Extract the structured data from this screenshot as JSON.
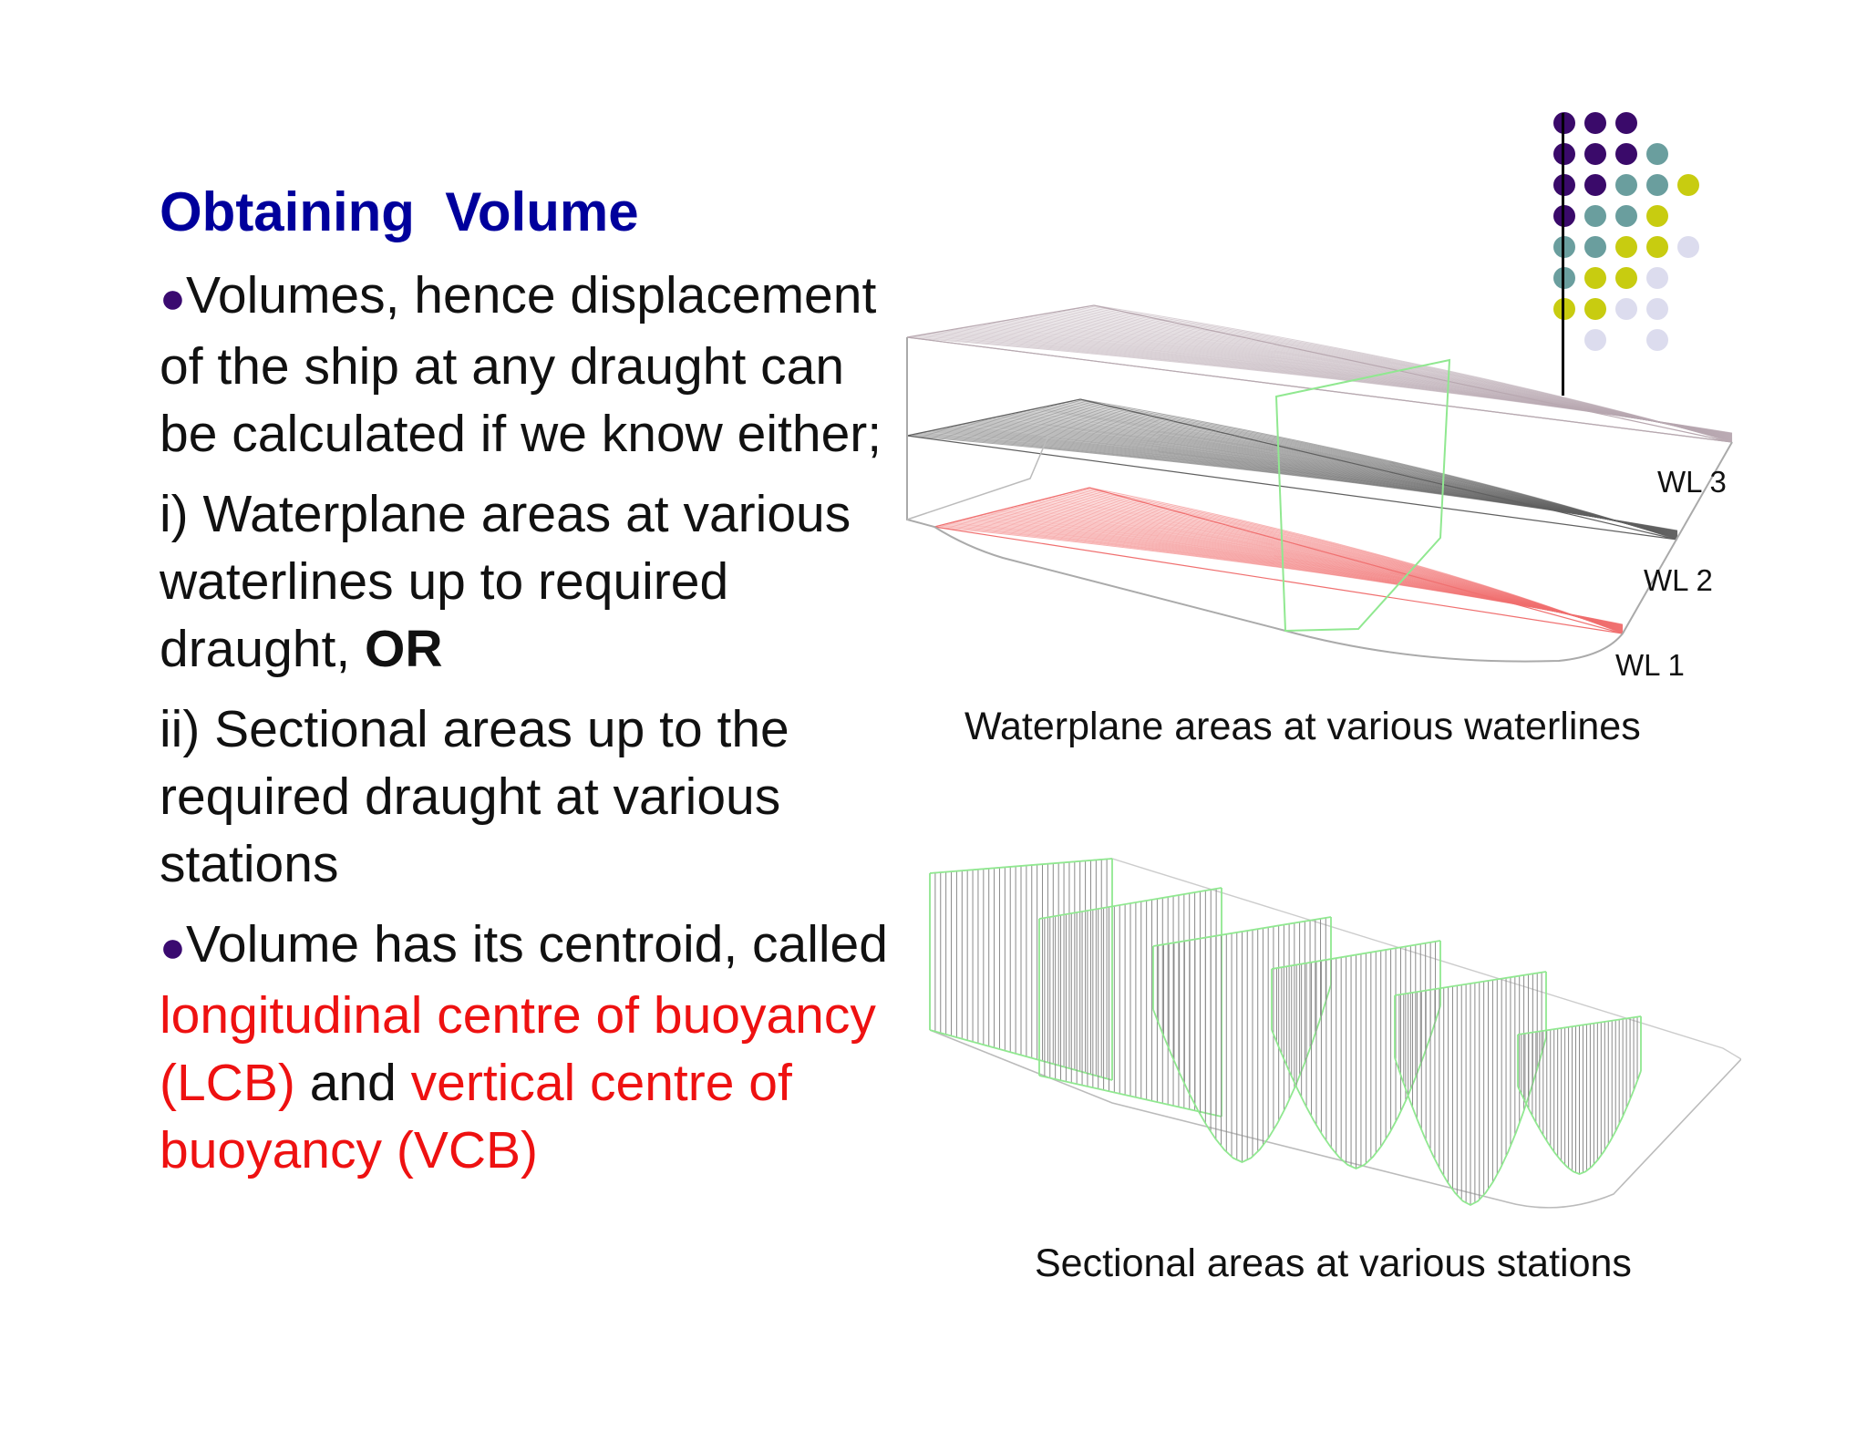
{
  "title": "Obtaining  Volume",
  "bullet_glyph": "●",
  "para1": "Volumes, hence displacement of the ship at any draught can be calculated if we know either;",
  "para2_prefix": "i) Waterplane areas at various waterlines up to required draught, ",
  "para2_bold": "OR",
  "para3": "ii) Sectional areas up to the required draught at various stations",
  "para4": {
    "lead": "Volume has its centroid, called ",
    "red1": "longitudinal centre of buoyancy (LCB)",
    "mid": " and ",
    "red2": "vertical centre of buoyancy (VCB)"
  },
  "figure_waterplane": {
    "labels": [
      "WL 3",
      "WL 2",
      "WL 1"
    ],
    "caption": "Waterplane areas at various waterlines"
  },
  "figure_sections": {
    "caption": "Sectional areas at various stations"
  },
  "colors": {
    "title": "#00009c",
    "highlight": "#ee1111",
    "bullet": "#3a0a70",
    "dot_purple": "#3a0a6a",
    "dot_teal": "#6a9e9e",
    "dot_yellow": "#c8cc10",
    "dot_lavender": "#dcdcee",
    "section_hatch": "#8a8a8a",
    "section_outline": "#90e890",
    "waterline_red": "#f07070"
  }
}
